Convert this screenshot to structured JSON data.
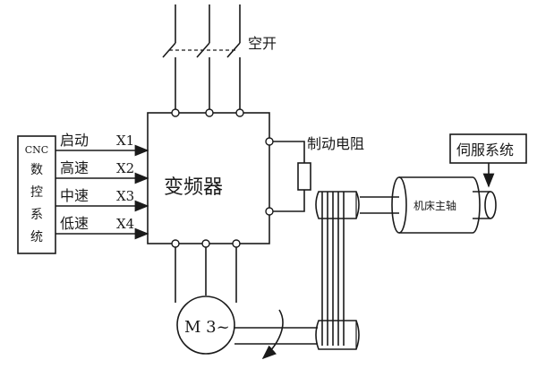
{
  "labels": {
    "breaker": "空开",
    "brake_resistor": "制动电阻",
    "servo_system": "伺服系统",
    "inverter": "变频器",
    "spindle": "机床主轴",
    "motor": "M 3~",
    "cnc_line1": "CNC",
    "cnc_line2": "数",
    "cnc_line3": "控",
    "cnc_line4": "系",
    "cnc_line5": "统"
  },
  "signals": [
    {
      "name": "启动",
      "terminal": "X1"
    },
    {
      "name": "高速",
      "terminal": "X2"
    },
    {
      "name": "中速",
      "terminal": "X3"
    },
    {
      "name": "低速",
      "terminal": "X4"
    }
  ]
}
